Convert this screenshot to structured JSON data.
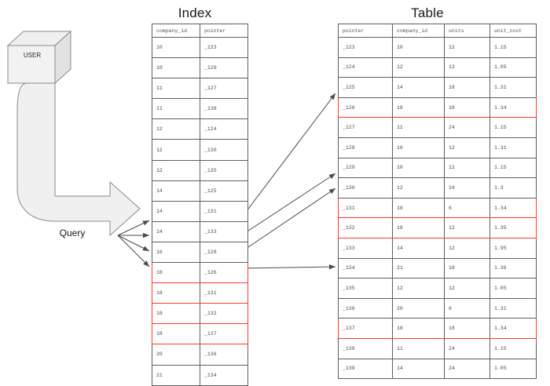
{
  "index": {
    "title": "Index",
    "columns": [
      "company_id",
      "pointer"
    ],
    "rows": [
      {
        "company_id": "10",
        "pointer": "_123",
        "highlight": false
      },
      {
        "company_id": "10",
        "pointer": "_129",
        "highlight": false
      },
      {
        "company_id": "11",
        "pointer": "_127",
        "highlight": false
      },
      {
        "company_id": "11",
        "pointer": "_138",
        "highlight": false
      },
      {
        "company_id": "12",
        "pointer": "_124",
        "highlight": false
      },
      {
        "company_id": "12",
        "pointer": "_130",
        "highlight": false
      },
      {
        "company_id": "12",
        "pointer": "_135",
        "highlight": false
      },
      {
        "company_id": "14",
        "pointer": "_125",
        "highlight": false
      },
      {
        "company_id": "14",
        "pointer": "_131",
        "highlight": false
      },
      {
        "company_id": "14",
        "pointer": "_133",
        "highlight": false
      },
      {
        "company_id": "16",
        "pointer": "_128",
        "highlight": false
      },
      {
        "company_id": "18",
        "pointer": "_126",
        "highlight": true
      },
      {
        "company_id": "18",
        "pointer": "_131",
        "highlight": true
      },
      {
        "company_id": "18",
        "pointer": "_132",
        "highlight": true
      },
      {
        "company_id": "18",
        "pointer": "_137",
        "highlight": true
      },
      {
        "company_id": "20",
        "pointer": "_136",
        "highlight": false
      },
      {
        "company_id": "21",
        "pointer": "_134",
        "highlight": false
      }
    ]
  },
  "table": {
    "title": "Table",
    "columns": [
      "pointer",
      "company_id",
      "units",
      "unit_cost"
    ],
    "rows": [
      {
        "pointer": "_123",
        "company_id": "10",
        "units": "12",
        "unit_cost": "1.15",
        "highlight": false
      },
      {
        "pointer": "_124",
        "company_id": "12",
        "units": "12",
        "unit_cost": "1.05",
        "highlight": false
      },
      {
        "pointer": "_125",
        "company_id": "14",
        "units": "18",
        "unit_cost": "1.31",
        "highlight": false
      },
      {
        "pointer": "_126",
        "company_id": "18",
        "units": "18",
        "unit_cost": "1.34",
        "highlight": true
      },
      {
        "pointer": "_127",
        "company_id": "11",
        "units": "24",
        "unit_cost": "1.15",
        "highlight": false
      },
      {
        "pointer": "_128",
        "company_id": "16",
        "units": "12",
        "unit_cost": "1.31",
        "highlight": false
      },
      {
        "pointer": "_129",
        "company_id": "10",
        "units": "12",
        "unit_cost": "1.15",
        "highlight": false
      },
      {
        "pointer": "_130",
        "company_id": "12",
        "units": "24",
        "unit_cost": "1.3",
        "highlight": false
      },
      {
        "pointer": "_131",
        "company_id": "18",
        "units": "6",
        "unit_cost": "1.34",
        "highlight": true
      },
      {
        "pointer": "_132",
        "company_id": "18",
        "units": "12",
        "unit_cost": "1.35",
        "highlight": true
      },
      {
        "pointer": "_133",
        "company_id": "14",
        "units": "12",
        "unit_cost": "1.95",
        "highlight": false
      },
      {
        "pointer": "_134",
        "company_id": "21",
        "units": "18",
        "unit_cost": "1.36",
        "highlight": false
      },
      {
        "pointer": "_135",
        "company_id": "12",
        "units": "12",
        "unit_cost": "1.05",
        "highlight": false
      },
      {
        "pointer": "_136",
        "company_id": "20",
        "units": "6",
        "unit_cost": "1.31",
        "highlight": false
      },
      {
        "pointer": "_137",
        "company_id": "18",
        "units": "18",
        "unit_cost": "1.34",
        "highlight": true
      },
      {
        "pointer": "_138",
        "company_id": "11",
        "units": "24",
        "unit_cost": "1.15",
        "highlight": false
      },
      {
        "pointer": "_139",
        "company_id": "14",
        "units": "24",
        "unit_cost": "1.05",
        "highlight": false
      }
    ]
  },
  "actor": {
    "label": "USER"
  },
  "query": {
    "label": "Query"
  },
  "colors": {
    "highlight": "#ff3b30",
    "border": "#5f5f5f",
    "shape_fill": "#f0f0f0",
    "shape_stroke": "#8a8a8a",
    "connector": "#4d4d4d"
  }
}
